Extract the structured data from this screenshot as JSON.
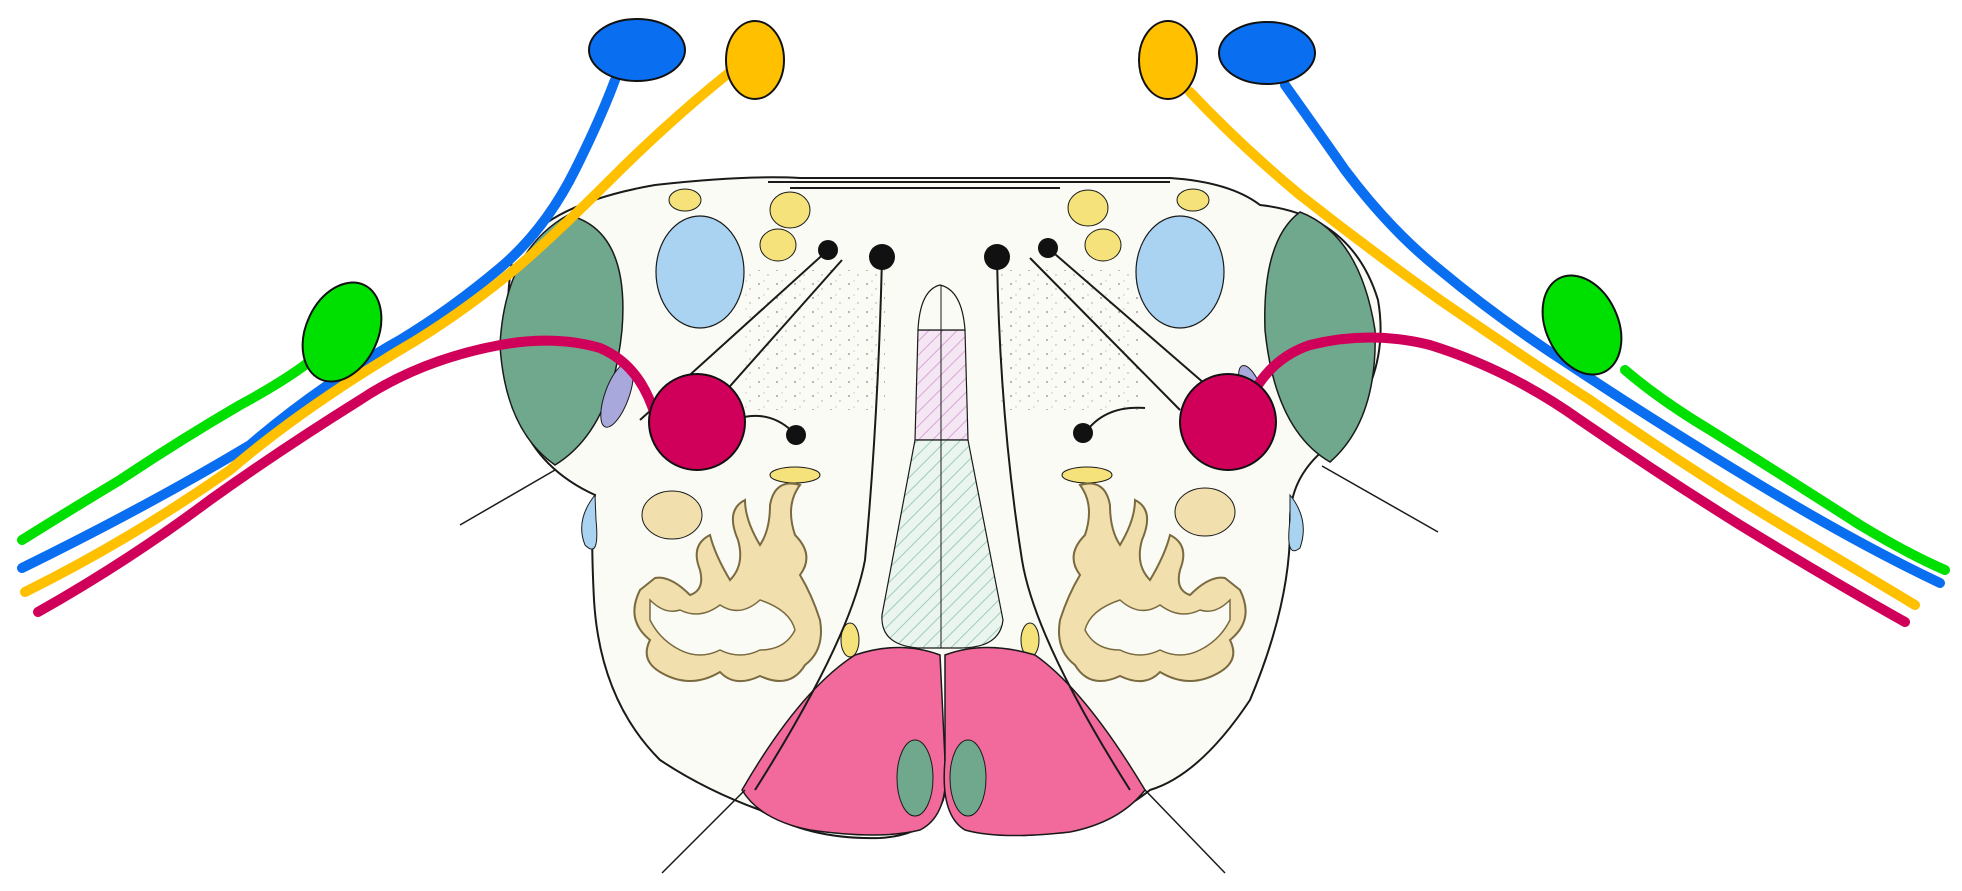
{
  "diagram": {
    "subject": "medulla-cross-section",
    "labels": [],
    "colors": {
      "background": "#ffffff",
      "section_fill": "#fbfbf6",
      "outline": "#1a1a1a",
      "lateral_green_tract": "#6fa88c",
      "pyramid_pink": "#f26a9b",
      "light_blue_region": "#a9d3f0",
      "olive_tan": "#f1dfae",
      "pale_yellow_nucleus": "#f5e27a",
      "lilac_region": "#e7c8e6",
      "mint_region": "#d8ece2",
      "lavender_small": "#a8a8dc",
      "blue_pathway": "#0a6ef0",
      "yellow_pathway": "#ffc000",
      "green_pathway": "#00e000",
      "magenta_pathway": "#d0005a"
    },
    "pathways": [
      {
        "name": "blue",
        "has_terminal_ellipse": true
      },
      {
        "name": "yellow",
        "has_terminal_ellipse": true
      },
      {
        "name": "green",
        "has_terminal_ellipse": true
      },
      {
        "name": "magenta",
        "has_terminal_ellipse": true
      }
    ]
  }
}
